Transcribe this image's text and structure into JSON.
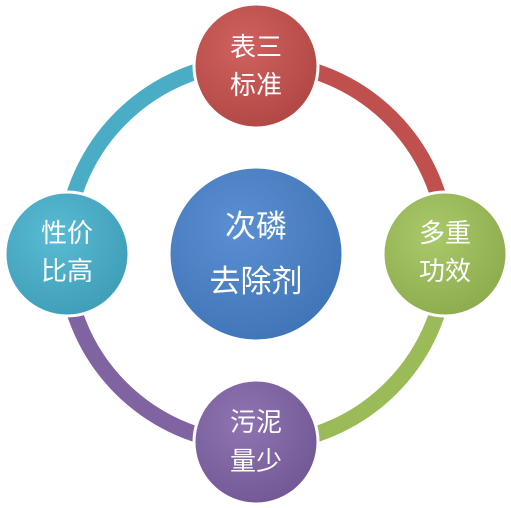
{
  "colors": {
    "center": "#4a7fc1",
    "top": "#c0504d",
    "right": "#9bbb59",
    "bottom": "#8064a2",
    "left": "#4bacc6"
  },
  "center": {
    "line1": "次磷",
    "line2": "去除剂"
  },
  "nodes": {
    "top": {
      "line1": "表三",
      "line2": "标准"
    },
    "right": {
      "line1": "多重",
      "line2": "功效"
    },
    "bottom": {
      "line1": "污泥",
      "line2": "量少"
    },
    "left": {
      "line1": "性价",
      "line2": "比高"
    }
  }
}
